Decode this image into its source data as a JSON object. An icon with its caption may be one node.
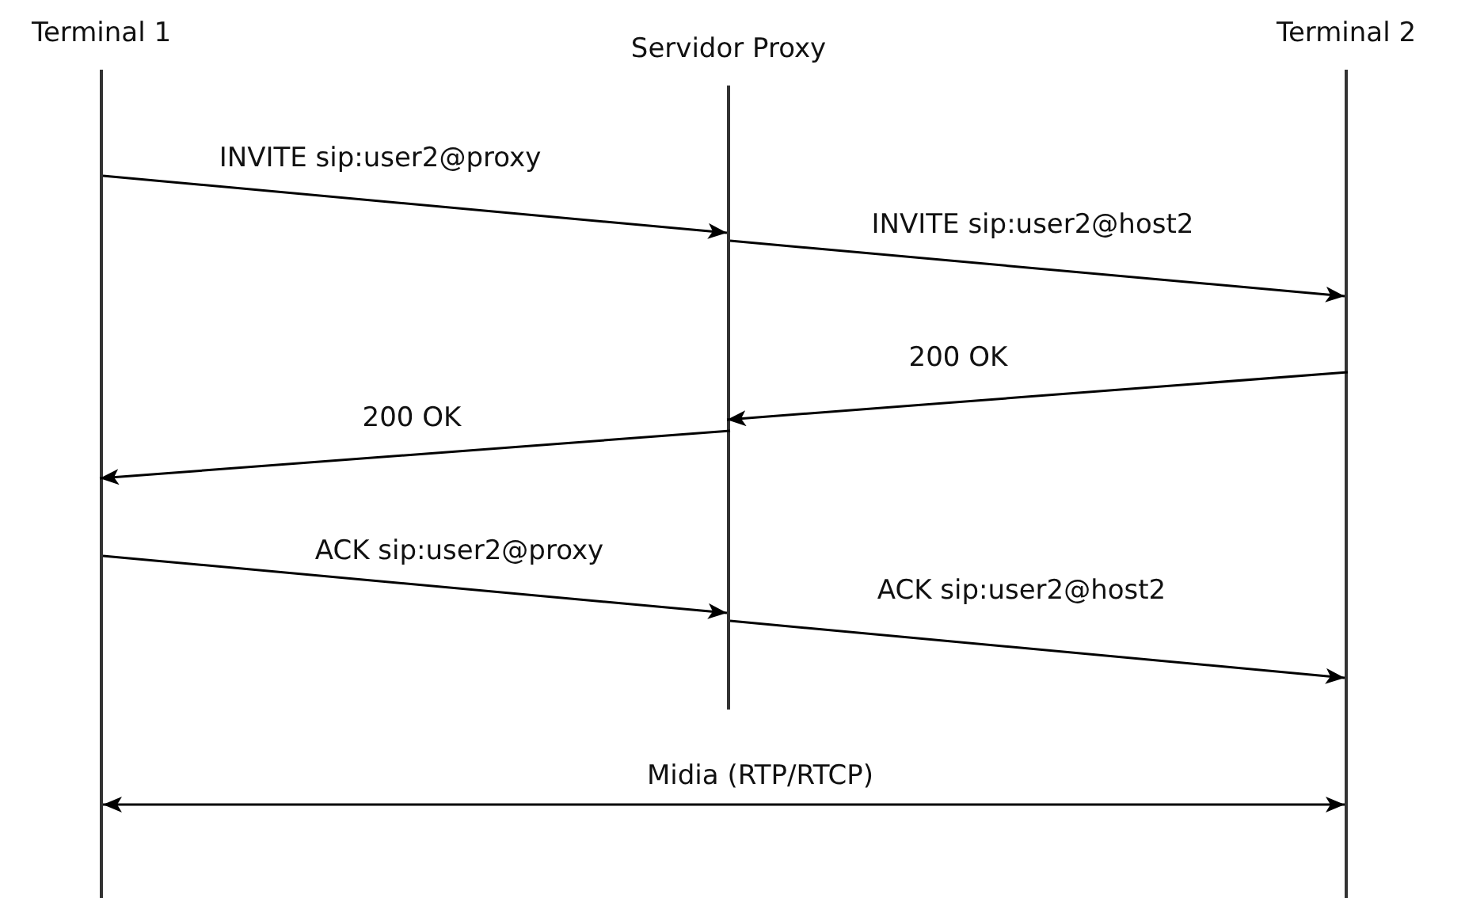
{
  "diagram": {
    "nodes": [
      {
        "text": [
          "Terminal 1"
        ]
      },
      {
        "text": [
          "Servidor Proxy"
        ]
      },
      {
        "text": [
          "Terminal 2"
        ]
      }
    ],
    "edges": [
      {
        "from": 0,
        "to": 1,
        "arrow": "to",
        "label": "INVITE sip:user2@proxy"
      },
      {
        "from": 1,
        "to": 2,
        "arrow": "to",
        "label": "INVITE sip:user2@host2"
      },
      {
        "from": 2,
        "to": 1,
        "arrow": "to",
        "label": "200 OK"
      },
      {
        "from": 1,
        "to": 0,
        "arrow": "to",
        "label": "200 OK"
      },
      {
        "from": 0,
        "to": 1,
        "arrow": "to",
        "label": "ACK sip:user2@proxy"
      },
      {
        "from": 1,
        "to": 2,
        "arrow": "to",
        "label": "ACK sip:user2@host2"
      },
      {
        "from": 0,
        "to": 2,
        "arrow": "both",
        "label": "Midia (RTP/RTCP)"
      }
    ]
  }
}
